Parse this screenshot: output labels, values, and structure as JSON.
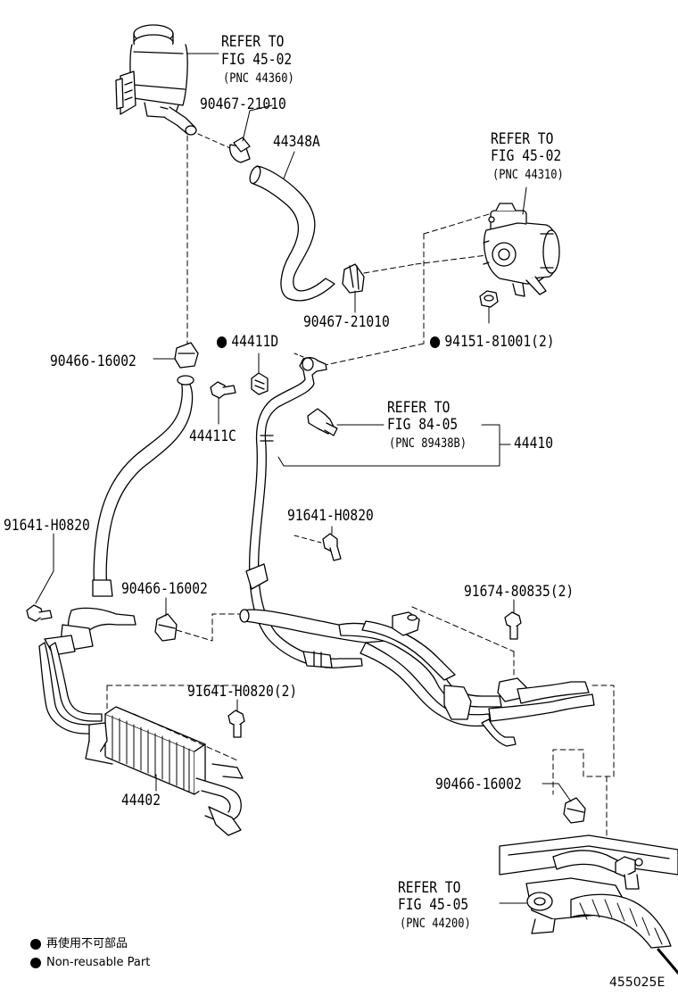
{
  "labels": {
    "refer_reservoir": [
      "REFER TO",
      "FIG 45-02",
      "(PNC 44360)"
    ],
    "clamp_upper": "90467-21010",
    "hose_upper": "44348A",
    "refer_pump": [
      "REFER TO",
      "FIG 45-02",
      "(PNC 44310)"
    ],
    "clamp_mid": "90467-21010",
    "part_44411d": "44411D",
    "part_94151": "94151-81001(2)",
    "part_90466_a": "90466-16002",
    "part_44411c": "44411C",
    "refer_sensor": [
      "REFER TO",
      "FIG 84-05",
      "(PNC 89438B)"
    ],
    "part_44410": "44410",
    "part_91641_left": "91641-H0820",
    "part_91641_mid": "91641-H0820",
    "part_90466_b": "90466-16002",
    "part_91674": "91674-80835(2)",
    "part_91641_lower": "91641-H0820(2)",
    "part_44402": "44402",
    "part_90466_c": "90466-16002",
    "refer_gear": [
      "REFER TO",
      "FIG 45-05",
      "(PNC 44200)"
    ]
  },
  "legend": {
    "jp": "再使用不可部品",
    "en": "Non-reusable Part"
  },
  "figure_id": "455025E"
}
